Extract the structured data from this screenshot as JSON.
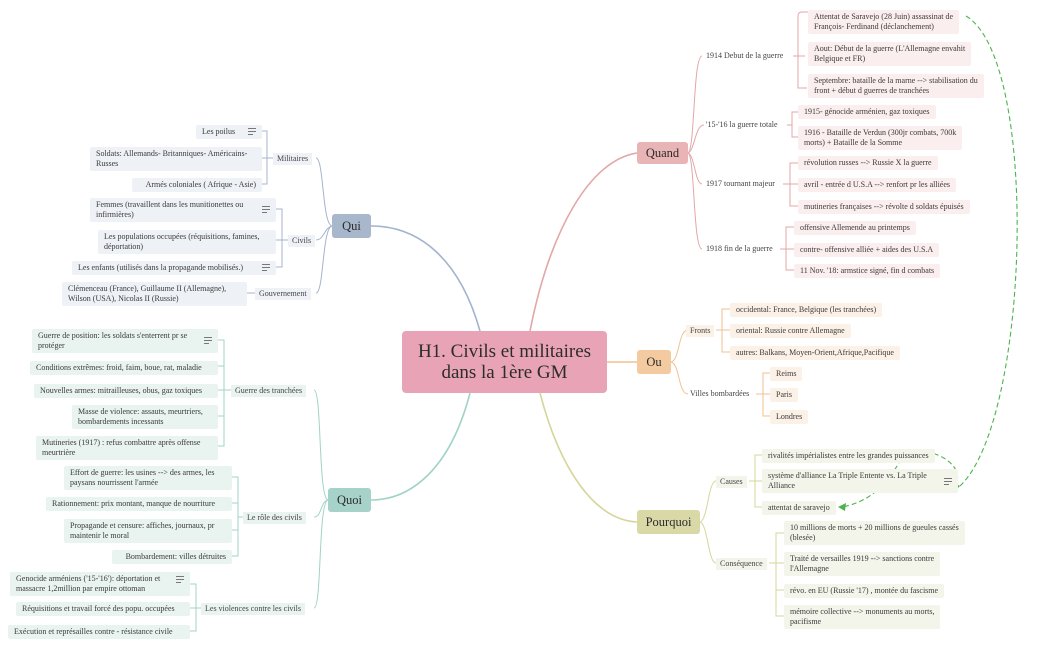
{
  "central": {
    "title_line1": "H1. Civils et militaires",
    "title_line2": "dans la 1ère GM"
  },
  "colors": {
    "central": "#e8a4b6",
    "quand": "#e8b4b6",
    "ou": "#f4caa0",
    "pourquoi": "#d9d9a8",
    "qui": "#a9b7cc",
    "quoi": "#a6d2c9",
    "link": "#4db34d"
  },
  "quand": {
    "label": "Quand",
    "groups": [
      {
        "label": "1914 Debut de la guerre",
        "items": [
          [
            "Attentat de Saravejo (28 Juin) assassinat de",
            "François- Ferdinand (déclanchement)"
          ],
          [
            "Aout: Début de la guerre (L'Allemagne envahit",
            "Belgique et FR)"
          ],
          [
            "Septembre: bataille de la marne --> stabilisation du",
            "front + début d guerres de tranchées"
          ]
        ]
      },
      {
        "label": "'15-'16 la guerre totale",
        "items": [
          [
            "1915- génocide arménien, gaz toxiques"
          ],
          [
            "1916 - Bataille de Verdun (300jr combats, 700k",
            "morts) + Bataille de la Somme"
          ]
        ]
      },
      {
        "label": "1917 tournant majeur",
        "items": [
          [
            "révolution russes --> Russie X la guerre"
          ],
          [
            "avril - entrée d U.S.A --> renfort pr les alliées"
          ],
          [
            "mutineries françaises --> révolte d soldats épuisés"
          ]
        ]
      },
      {
        "label": "1918 fin de la guerre",
        "items": [
          [
            "offensive Allemende au printemps"
          ],
          [
            "contre- offensive alliée + aides des U.S.A"
          ],
          [
            "11 Nov. '18: armstice signé, fin d combats"
          ]
        ]
      }
    ]
  },
  "ou": {
    "label": "Ou",
    "groups": [
      {
        "label": "Fronts",
        "items": [
          [
            "occidental: France, Belgique (les tranchées)"
          ],
          [
            "oriental: Russie contre Allemagne"
          ],
          [
            "autres: Balkans, Moyen-Orient,Afrique,Pacifique"
          ]
        ]
      },
      {
        "label": "Villes bombardées",
        "items": [
          [
            "Reims"
          ],
          [
            "Paris"
          ],
          [
            "Londres"
          ]
        ]
      }
    ]
  },
  "pourquoi": {
    "label": "Pourquoi",
    "groups": [
      {
        "label": "Causes",
        "items": [
          [
            "rivalités impérialistes entre les grandes puissances"
          ],
          [
            "système d'alliance La Triple Entente vs. La Triple",
            "Alliance"
          ],
          [
            "attentat de saravejo"
          ]
        ]
      },
      {
        "label": "Conséquence",
        "items": [
          [
            "10 millions de morts + 20 millions de gueules cassés",
            "(blesée)"
          ],
          [
            "Traité de versailles 1919 --> sanctions contre",
            "l'Allemagne"
          ],
          [
            "révo. en EU (Russie '17) , montée du fascisme"
          ],
          [
            "mémoire collective --> monuments au morts,",
            "pacifisme"
          ]
        ]
      }
    ]
  },
  "qui": {
    "label": "Qui",
    "groups": [
      {
        "label": "Militaires",
        "items": [
          [
            "Les poilus"
          ],
          [
            "Soldats: Allemands- Britanniques- Américains-",
            "Russes"
          ],
          [
            "Armés coloniales ( Afrique - Asie)"
          ]
        ]
      },
      {
        "label": "Civils",
        "items": [
          [
            "Femmes (travaillent dans les munitionettes ou",
            "infirmières)"
          ],
          [
            "Les populations occupées (réquisitions, famines,",
            "déportation)"
          ],
          [
            "Les enfants (utilisés dans la propagande mobilisés.)"
          ]
        ]
      },
      {
        "label": "Gouvernement",
        "items": [
          [
            "Clémenceau (France), Guillaume II (Allemagne),",
            "Wilson (USA), Nicolas II (Russie)"
          ]
        ]
      }
    ]
  },
  "quoi": {
    "label": "Quoi",
    "groups": [
      {
        "label": "Guerre des tranchées",
        "items": [
          [
            "Guerre de position: les soldats s'enterrent pr se",
            "protéger"
          ],
          [
            "Conditions extrêmes: froid, faim, boue, rat, maladie"
          ],
          [
            "Nouvelles armes: mitrailleuses, obus, gaz toxiques"
          ],
          [
            "Masse de violence: assauts, meurtriers,",
            "bombardements incessants"
          ],
          [
            "Mutineries (1917) : refus combattre après offense",
            "meurtrière"
          ]
        ]
      },
      {
        "label": "Le rôle des civils",
        "items": [
          [
            "Effort de guerre: les usines --> des armes, les",
            "paysans nourrissent l'armée"
          ],
          [
            "Rationnement: prix montant, manque de nourriture"
          ],
          [
            "Propagande et censure: affiches, journaux, pr",
            "maintenir le moral"
          ],
          [
            "Bombardement: villes détruites"
          ]
        ]
      },
      {
        "label": "Les violences contre les civils",
        "items": [
          [
            "Genocide arméniens ('15-'16'): déportation et",
            "massacre 1,2million par empire ottoman"
          ],
          [
            "Réquisitions et travail forcé des popu. occupées"
          ],
          [
            "Exécution et représailles contre - résistance civile"
          ]
        ]
      }
    ]
  }
}
